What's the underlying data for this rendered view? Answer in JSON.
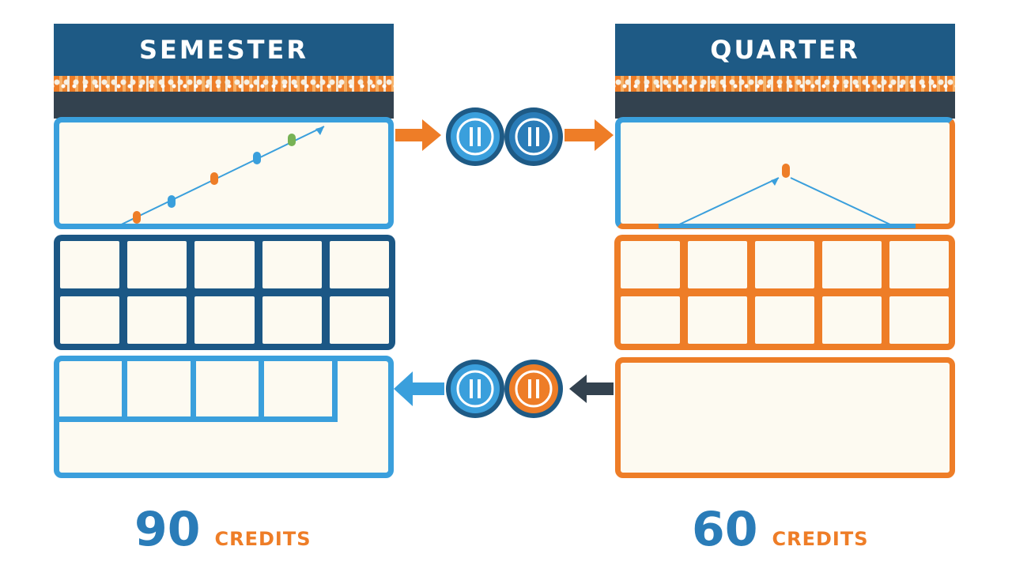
{
  "semester": {
    "title": "SEMESTER",
    "count": "90",
    "unit": "CREDITS"
  },
  "quarter": {
    "title": "QUARTER",
    "count": "60",
    "unit": "CREDITS"
  },
  "colors": {
    "navy": "#1e5a85",
    "blue": "#3a9fdc",
    "orange": "#ee7d27",
    "dark": "#33424f",
    "cream": "#fdfaf1"
  },
  "icons": {
    "top_connector": [
      "conversion-coin-icon",
      "conversion-coin-icon"
    ],
    "bottom_connector": [
      "conversion-coin-icon",
      "conversion-coin-icon"
    ]
  }
}
